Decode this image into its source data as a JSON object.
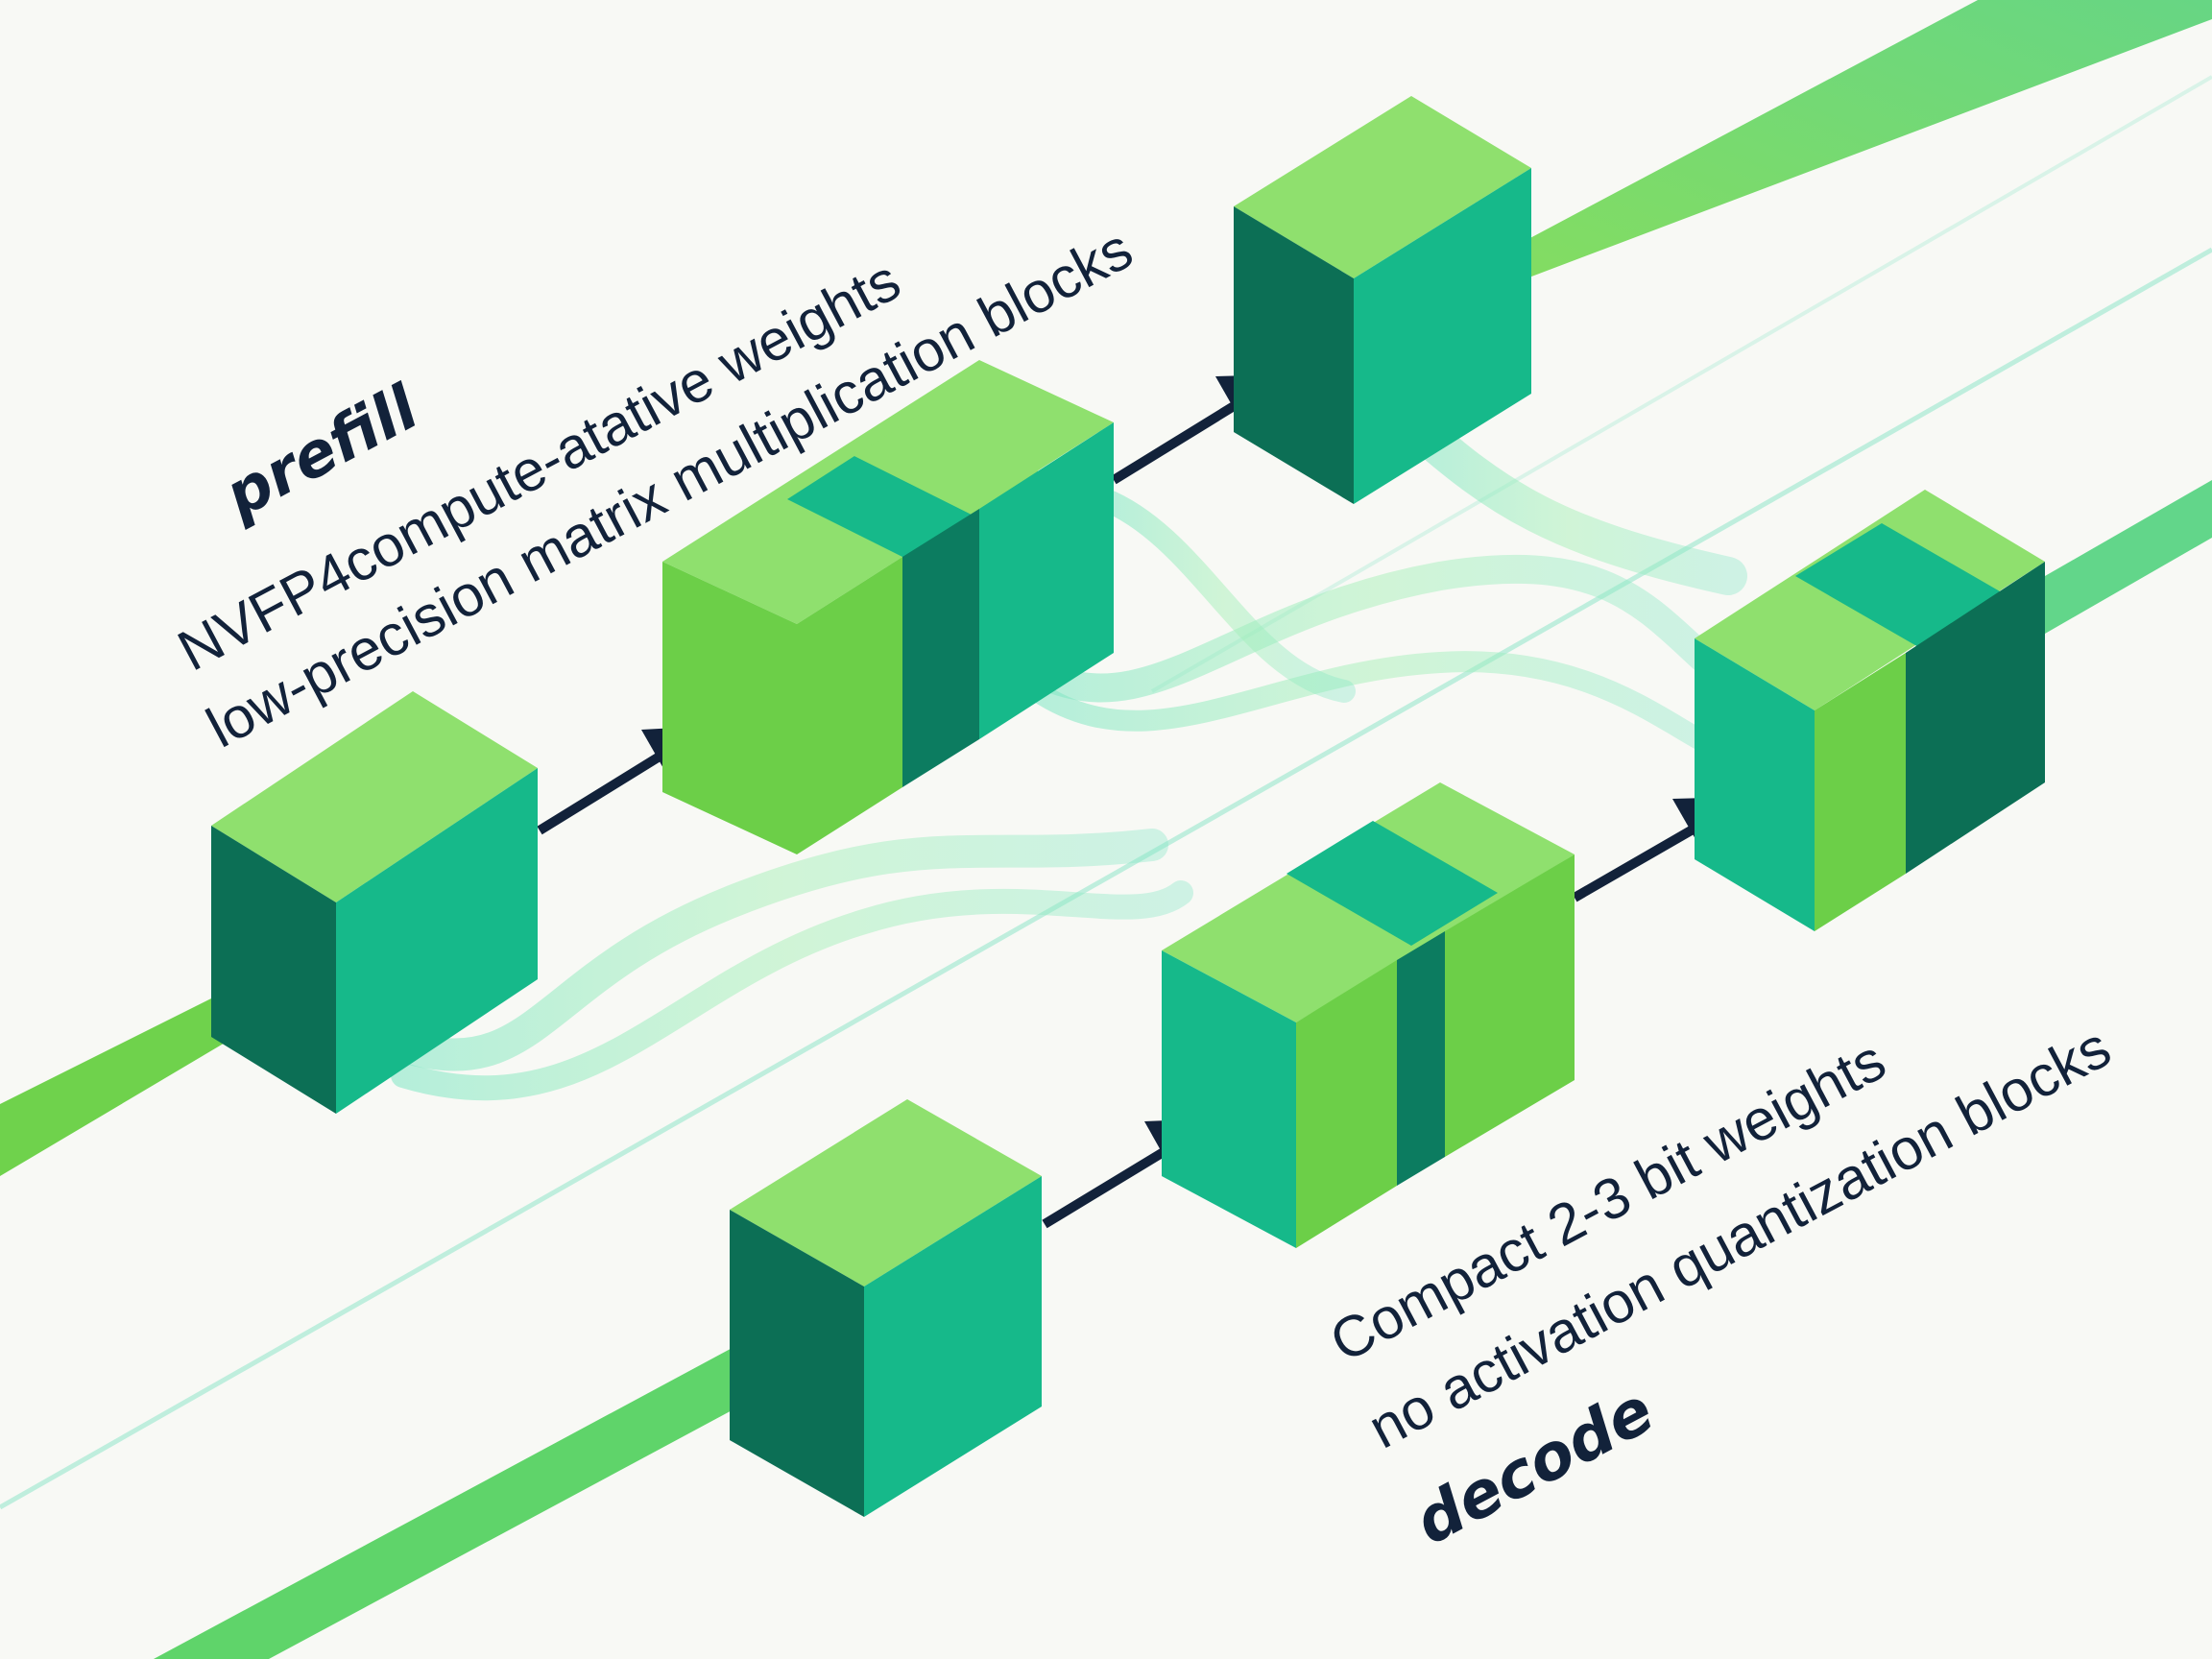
{
  "prefill": {
    "title": "prefill",
    "line1": "NVFP4compute-atative weights",
    "line2": "low-precision matrix multiplication blocks"
  },
  "decode": {
    "title": "decode",
    "line1": "Compact 2-3 bit weights",
    "line2": "no activation quantization blocks"
  },
  "colors": {
    "background": "#f8f9f5",
    "cube_top": "#8fe06e",
    "cube_front": "#16b98a",
    "cube_side": "#0c6f55",
    "stripe_bright": "#6ccf48",
    "stripe_dark": "#0c7c60",
    "rail": "#6ad65a",
    "arrow": "#12223a",
    "flow": "#8fe8c8"
  },
  "icons": {
    "arrow": "arrow-right-icon",
    "cube": "cube-block-icon"
  }
}
